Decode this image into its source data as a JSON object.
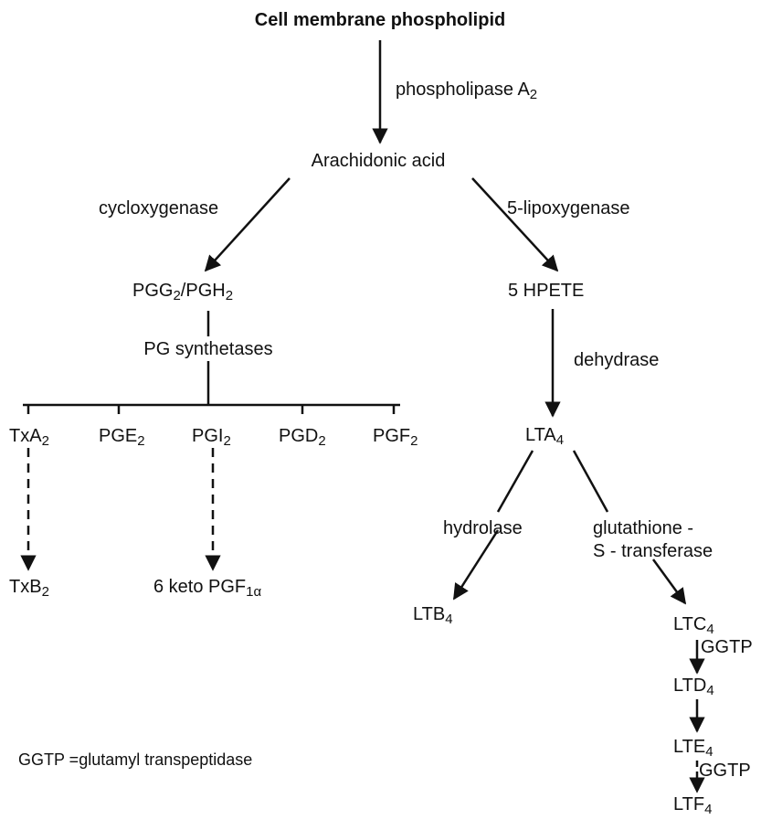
{
  "nodes": {
    "membrane": "Cell membrane phospholipid",
    "arachidonic": "Arachidonic acid",
    "pgg": "PGG",
    "pgg_sub": "2",
    "pgh": "/PGH",
    "pgh_sub": "2",
    "hpete": "5 HPETE",
    "txa": "TxA",
    "txa_sub": "2",
    "pge": "PGE",
    "pge_sub": "2",
    "pgi": "PGI",
    "pgi_sub": "2",
    "pgd": "PGD",
    "pgd_sub": "2",
    "pgf": "PGF",
    "pgf_sub": "2",
    "lta": "LTA",
    "lta_sub": "4",
    "txb": "TxB",
    "txb_sub": "2",
    "keto": "6 keto PGF",
    "keto_sub": "1α",
    "ltb": "LTB",
    "ltb_sub": "4",
    "ltc": "LTC",
    "ltc_sub": "4",
    "ltd": "LTD",
    "ltd_sub": "4",
    "lte": "LTE",
    "lte_sub": "4",
    "ltf": "LTF",
    "ltf_sub": "4"
  },
  "enzymes": {
    "phospholipase": "phospholipase A",
    "phospholipase_sub": "2",
    "cycloxygenase": "cycloxygenase",
    "lipoxygenase": "5-lipoxygenase",
    "pg_synthetases": "PG synthetases",
    "dehydrase": "dehydrase",
    "hydrolase": "hydrolase",
    "glutathione_1": "glutathione -",
    "glutathione_2": "S - transferase",
    "ggtp_1": "GGTP",
    "ggtp_2": "GGTP"
  },
  "legend": {
    "text": "GGTP =glutamyl transpeptidase"
  }
}
